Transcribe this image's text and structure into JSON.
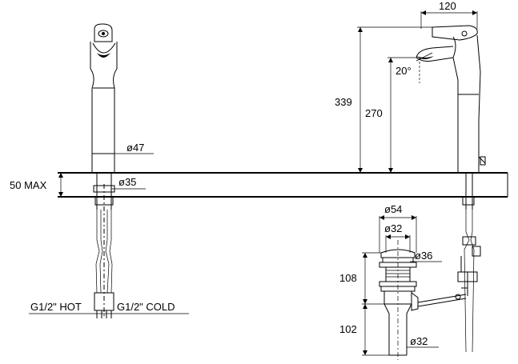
{
  "dimensions": {
    "spout_reach": "120",
    "lever_angle": "20°",
    "total_height": "339",
    "spout_height": "270",
    "body_diameter": "ø47",
    "max_deck_thickness": "50 MAX",
    "shank_diameter": "ø35",
    "waste_flange_diameter": "ø54",
    "waste_inner_diameter": "ø32",
    "waste_body_diameter": "ø36",
    "waste_upper_length": "108",
    "waste_lower_length": "102",
    "waste_tail_diameter": "ø32",
    "hot_connection": "G1/2\" HOT",
    "cold_connection": "G1/2\" COLD"
  }
}
